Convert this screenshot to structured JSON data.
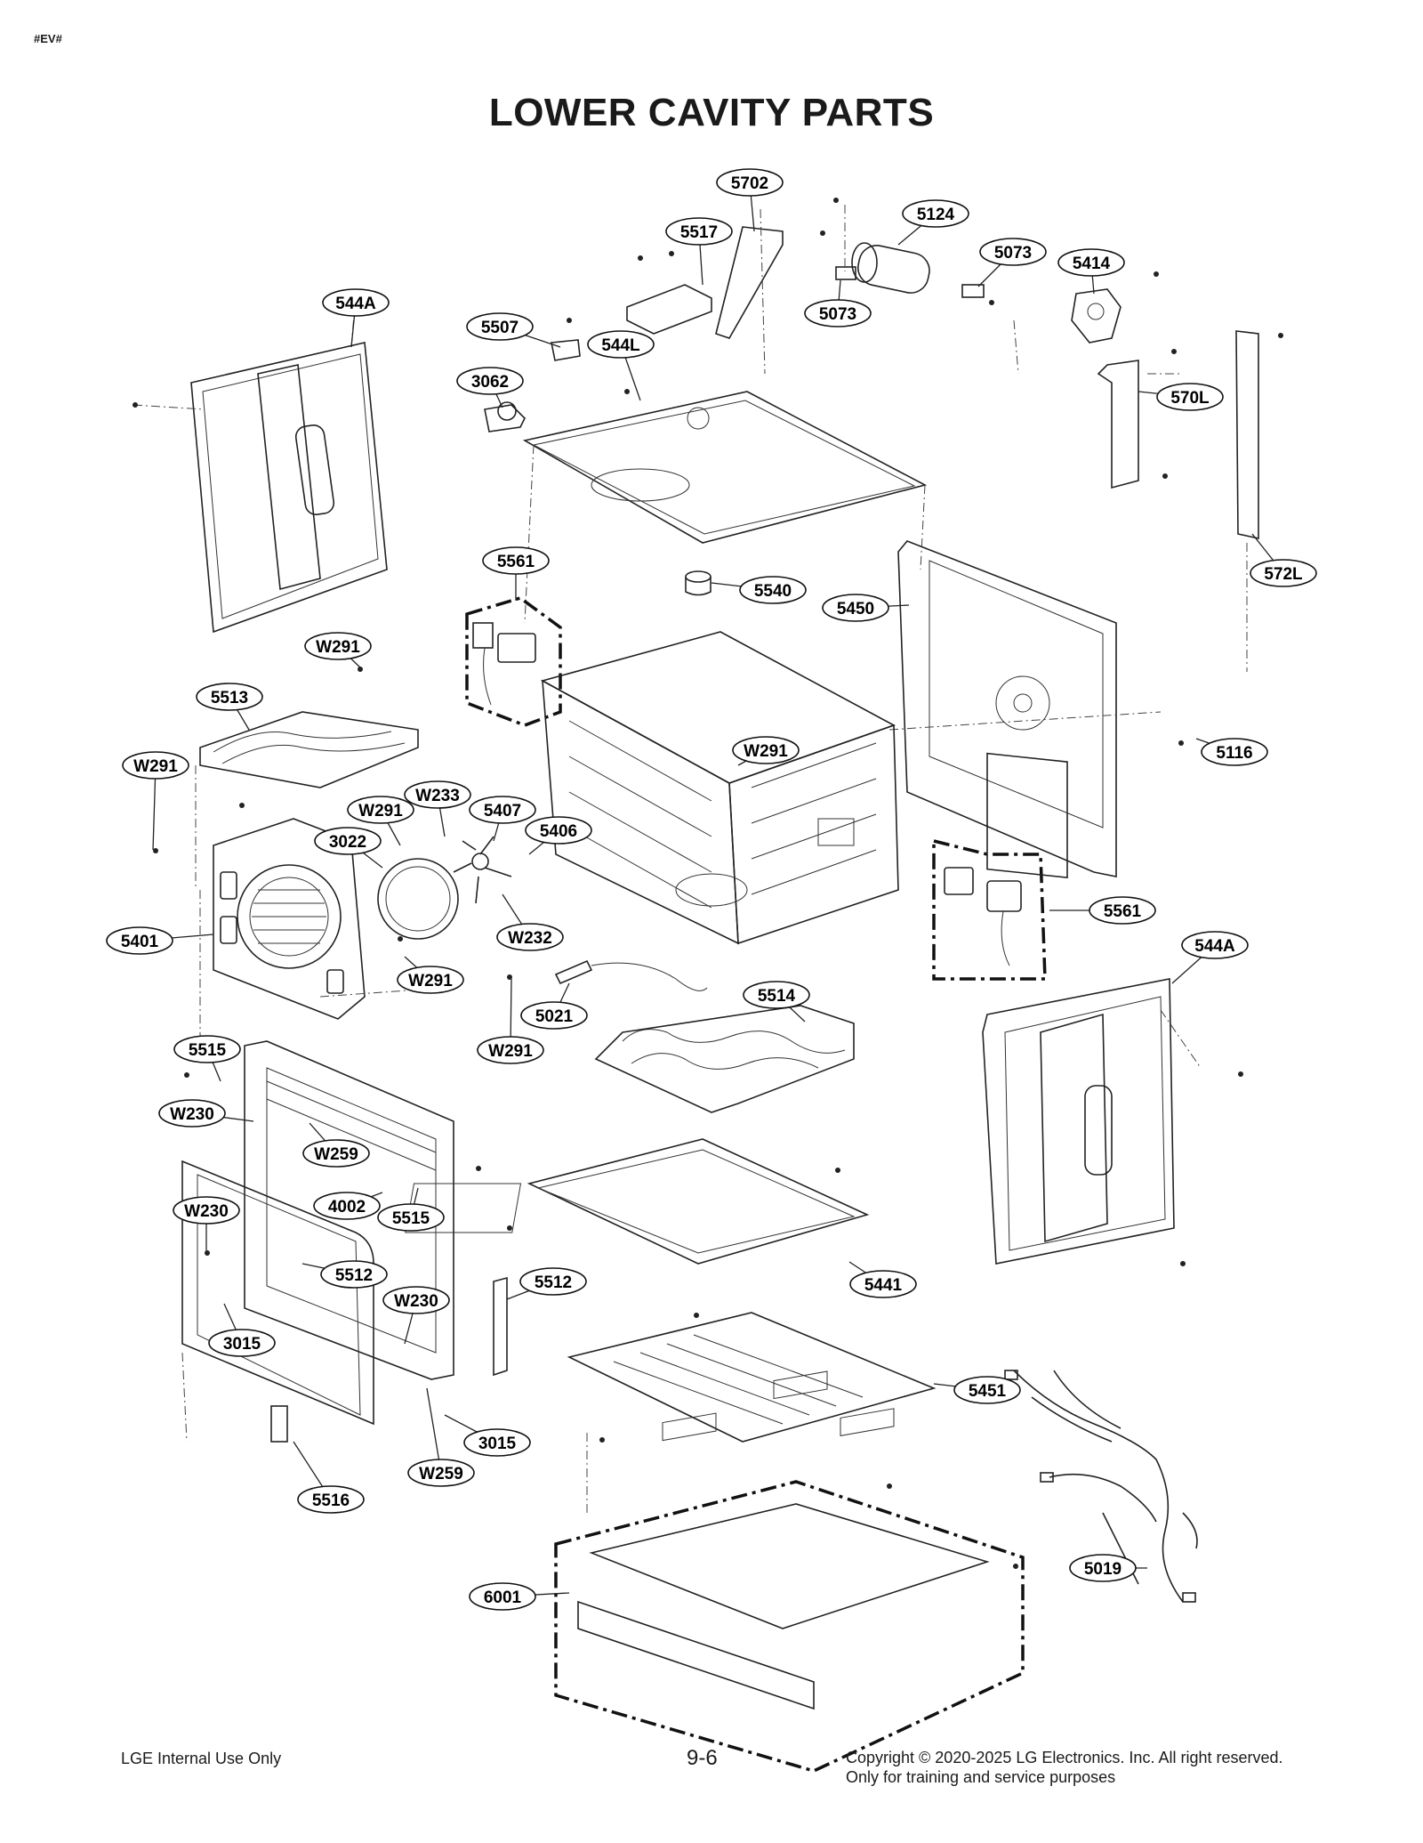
{
  "corner_tag": "#EV#",
  "title": "LOWER CAVITY PARTS",
  "callouts": [
    {
      "id": "c5702",
      "label": "5702"
    },
    {
      "id": "c5517",
      "label": "5517"
    },
    {
      "id": "c5124",
      "label": "5124"
    },
    {
      "id": "c5073a",
      "label": "5073"
    },
    {
      "id": "c5073b",
      "label": "5073"
    },
    {
      "id": "c5414",
      "label": "5414"
    },
    {
      "id": "c544Aa",
      "label": "544A"
    },
    {
      "id": "c5507",
      "label": "5507"
    },
    {
      "id": "c544L",
      "label": "544L"
    },
    {
      "id": "c570L",
      "label": "570L"
    },
    {
      "id": "c3062",
      "label": "3062"
    },
    {
      "id": "c572L",
      "label": "572L"
    },
    {
      "id": "c5561a",
      "label": "5561"
    },
    {
      "id": "c5540",
      "label": "5540"
    },
    {
      "id": "c5450",
      "label": "5450"
    },
    {
      "id": "cW291a",
      "label": "W291"
    },
    {
      "id": "c5513",
      "label": "5513"
    },
    {
      "id": "cW291b",
      "label": "W291"
    },
    {
      "id": "c5116",
      "label": "5116"
    },
    {
      "id": "cW291c",
      "label": "W291"
    },
    {
      "id": "cW233",
      "label": "W233"
    },
    {
      "id": "cW291d",
      "label": "W291"
    },
    {
      "id": "c5407",
      "label": "5407"
    },
    {
      "id": "c3022",
      "label": "3022"
    },
    {
      "id": "c5406",
      "label": "5406"
    },
    {
      "id": "c5561b",
      "label": "5561"
    },
    {
      "id": "c5401",
      "label": "5401"
    },
    {
      "id": "cW232",
      "label": "W232"
    },
    {
      "id": "c544Ab",
      "label": "544A"
    },
    {
      "id": "cW291e",
      "label": "W291"
    },
    {
      "id": "c5514",
      "label": "5514"
    },
    {
      "id": "c5021",
      "label": "5021"
    },
    {
      "id": "c5515a",
      "label": "5515"
    },
    {
      "id": "cW291f",
      "label": "W291"
    },
    {
      "id": "cW230a",
      "label": "W230"
    },
    {
      "id": "cW259a",
      "label": "W259"
    },
    {
      "id": "c4002",
      "label": "4002"
    },
    {
      "id": "c5515b",
      "label": "5515"
    },
    {
      "id": "cW230b",
      "label": "W230"
    },
    {
      "id": "c5512a",
      "label": "5512"
    },
    {
      "id": "c5512b",
      "label": "5512"
    },
    {
      "id": "c5441",
      "label": "5441"
    },
    {
      "id": "cW230c",
      "label": "W230"
    },
    {
      "id": "c3015a",
      "label": "3015"
    },
    {
      "id": "c5451",
      "label": "5451"
    },
    {
      "id": "c3015b",
      "label": "3015"
    },
    {
      "id": "cW259b",
      "label": "W259"
    },
    {
      "id": "c5516",
      "label": "5516"
    },
    {
      "id": "c5019",
      "label": "5019"
    },
    {
      "id": "c6001",
      "label": "6001"
    }
  ],
  "footer": {
    "left": "LGE Internal Use Only",
    "page": "9-6",
    "copyright": "Copyright © 2020-2025 LG Electronics. Inc. All right reserved.",
    "note": "Only for training and service purposes"
  }
}
